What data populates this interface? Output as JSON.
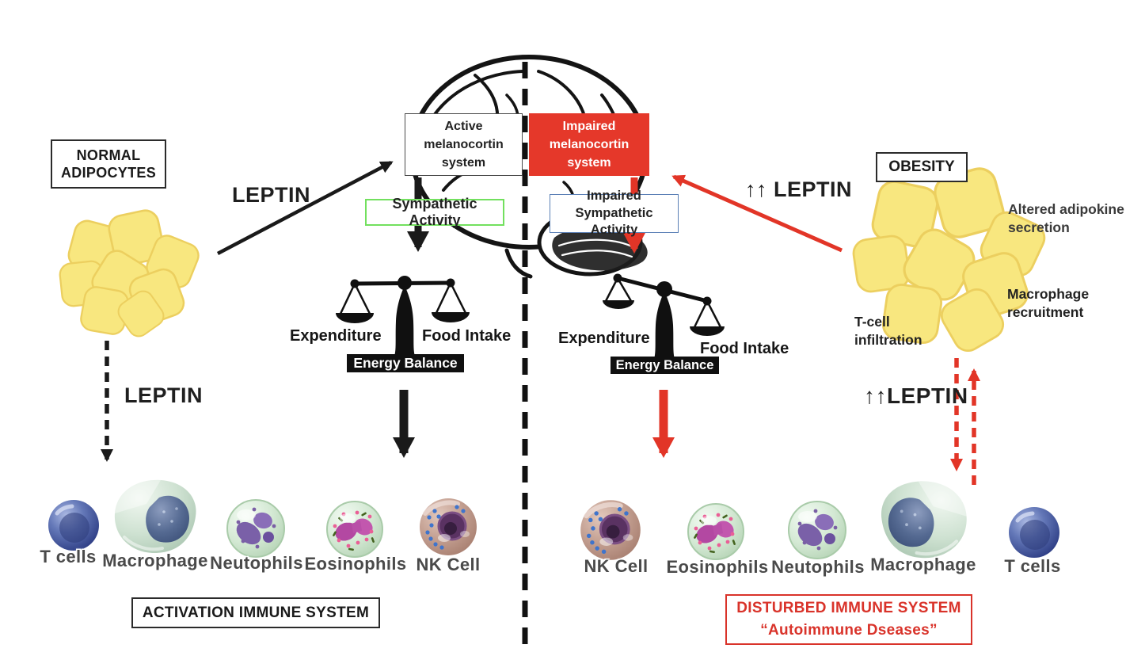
{
  "diagram": {
    "left": {
      "source_box": "NORMAL ADIPOCYTES",
      "leptin_upper": "LEPTIN",
      "leptin_lower": "LEPTIN",
      "melanocortin_box": "Active melanocortin system",
      "sympathetic_box": "Sympathetic Activity",
      "balance": {
        "left": "Expenditure",
        "right": "Food Intake",
        "base": "Energy Balance"
      },
      "cells": [
        {
          "type": "t-cell",
          "label": "T cells"
        },
        {
          "type": "macrophage",
          "label": "Macrophage"
        },
        {
          "type": "neutrophil",
          "label": "Neutophils"
        },
        {
          "type": "eosinophil",
          "label": "Eosinophils"
        },
        {
          "type": "nk-cell",
          "label": "NK Cell"
        }
      ],
      "outcome_box": "ACTIVATION IMMUNE SYSTEM"
    },
    "right": {
      "source_box": "OBESITY",
      "leptin_upper": "↑↑ LEPTIN",
      "leptin_lower": "↑↑LEPTIN",
      "melanocortin_box": "Impaired melanocortin system",
      "sympathetic_box": "Impaired Sympathetic Activity",
      "balance": {
        "left": "Expenditure",
        "right": "Food Intake",
        "base": "Energy Balance"
      },
      "annotations": {
        "adipokine": "Altered adipokine secretion",
        "macrophage": "Macrophage recruitment",
        "t_cell": "T-cell infiltration"
      },
      "cells": [
        {
          "type": "nk-cell",
          "label": "NK Cell"
        },
        {
          "type": "eosinophil",
          "label": "Eosinophils"
        },
        {
          "type": "neutrophil",
          "label": "Neutophils"
        },
        {
          "type": "macrophage",
          "label": "Macrophage"
        },
        {
          "type": "t-cell",
          "label": "T cells"
        }
      ],
      "outcome_box_line1": "DISTURBED IMMUNE SYSTEM",
      "outcome_box_line2": "“Autoimmune Dseases”"
    },
    "colors": {
      "red": "#e5382a",
      "green_border": "#72e05e",
      "blue_border": "#5b80b6",
      "adipocyte_yellow": "#f8e77f"
    }
  }
}
